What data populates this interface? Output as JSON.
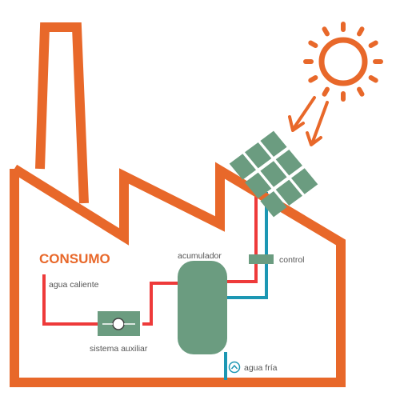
{
  "labels": {
    "consumo": "CONSUMO",
    "agua_caliente": "agua caliente",
    "acumulador": "acumulador",
    "control": "control",
    "sistema_auxiliar": "sistema auxiliar",
    "agua_fria": "agua fría"
  },
  "colors": {
    "building_outline": "#E8682A",
    "sun": "#E8682A",
    "panel": "#6B9C80",
    "equipment": "#6B9C80",
    "hot_pipe": "#EE3A3A",
    "cold_pipe": "#1C97B3",
    "label_text": "#555555",
    "title_text": "#E8682A"
  },
  "icons": {
    "sun": "sun-icon",
    "solar_panel": "solar-panel-icon",
    "pump": "pump-icon",
    "cold_inlet": "chevron-up-icon"
  }
}
